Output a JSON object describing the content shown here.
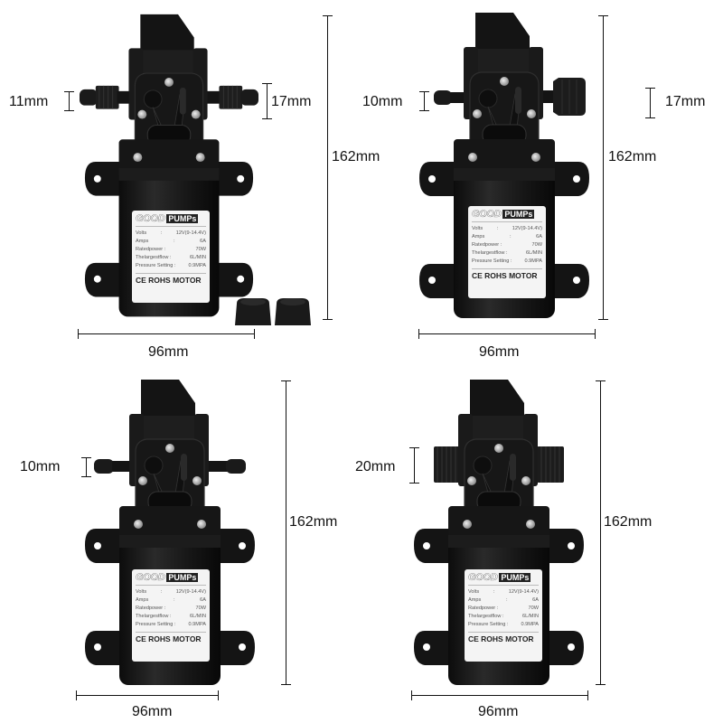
{
  "product": {
    "brand_left": "GOOD",
    "brand_right": "PUMPs",
    "spec_rows": [
      {
        "label": "Volts",
        "sep": ":",
        "value": "12V(9-14.4V)"
      },
      {
        "label": "Amps",
        "sep": ":",
        "value": "6A"
      },
      {
        "label": "Ratedpower :",
        "sep": "",
        "value": "70W"
      },
      {
        "label": "Thelargestflow :",
        "sep": "",
        "value": "6L/MIN"
      },
      {
        "label": "Pressure Setting :",
        "sep": "",
        "value": "0.9MPA"
      }
    ],
    "certification": "CE ROHS MOTOR"
  },
  "variants": [
    {
      "id": "top-left",
      "fitting": "barb-and-thread",
      "dims": {
        "left": "11mm",
        "right": "17mm",
        "height": "162mm",
        "width": "96mm"
      },
      "accessories": "2 thread caps"
    },
    {
      "id": "top-right",
      "fitting": "barb-and-quick-cap",
      "dims": {
        "left": "10mm",
        "right": "17mm",
        "height": "162mm",
        "width": "96mm"
      }
    },
    {
      "id": "bottom-left",
      "fitting": "double-barb",
      "dims": {
        "left": "10mm",
        "height": "162mm",
        "width": "96mm"
      }
    },
    {
      "id": "bottom-right",
      "fitting": "double-thread",
      "dims": {
        "left": "20mm",
        "height": "162mm",
        "width": "96mm"
      }
    }
  ],
  "colors": {
    "pump_body": "#141414",
    "pump_highlight": "#2c2c2c",
    "label_bg": "#f4f4f4",
    "screw": "#c8c8c8",
    "background": "#ffffff"
  }
}
